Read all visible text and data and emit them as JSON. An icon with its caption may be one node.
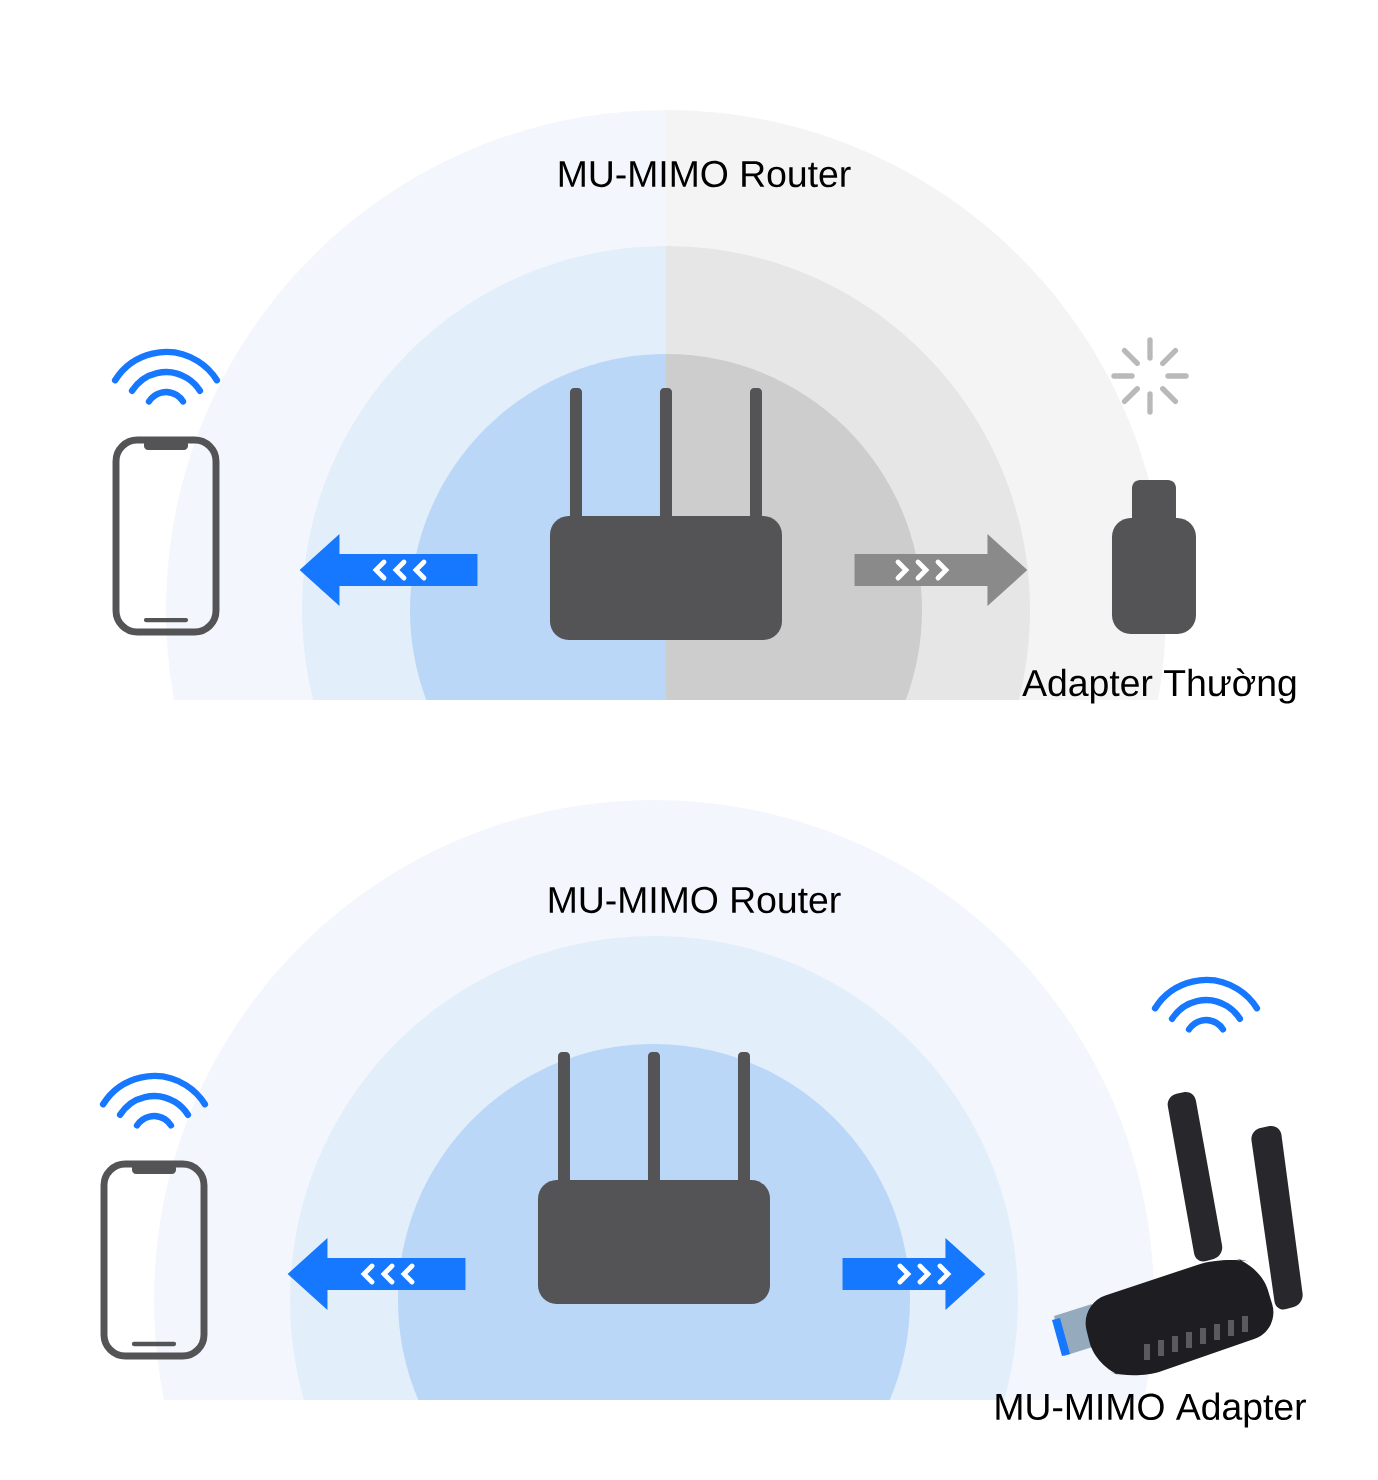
{
  "diagram": {
    "nodes": [
      {
        "text": [
          "MU-MIMO Router"
        ]
      },
      {
        "text": [],
        "shape": "picture"
      },
      {
        "text": [
          "Adapter Thường"
        ]
      },
      {
        "text": [
          "MU-MIMO Router"
        ]
      },
      {
        "text": [],
        "shape": "picture"
      },
      {
        "text": [
          "MU-MIMO Adapter"
        ]
      }
    ],
    "edges": [
      {
        "from": 0,
        "to": 1,
        "arrow": "to"
      },
      {
        "from": 0,
        "to": 2,
        "arrow": "to",
        "color": "#8a8a8a"
      },
      {
        "from": 3,
        "to": 4,
        "arrow": "to"
      },
      {
        "from": 3,
        "to": 5,
        "arrow": "to"
      }
    ]
  }
}
